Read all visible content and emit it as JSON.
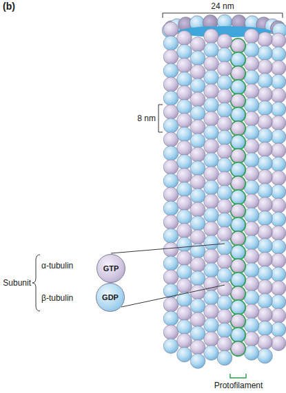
{
  "diagram": {
    "nodes": [
      {
        "text": [
          "GTP"
        ]
      },
      {
        "text": [
          "GDP"
        ]
      }
    ],
    "labels": [
      "(b)",
      "24 nm",
      "8 nm",
      "Subunit",
      "α-tubulin",
      "β-tubulin",
      "Protofilament"
    ]
  }
}
